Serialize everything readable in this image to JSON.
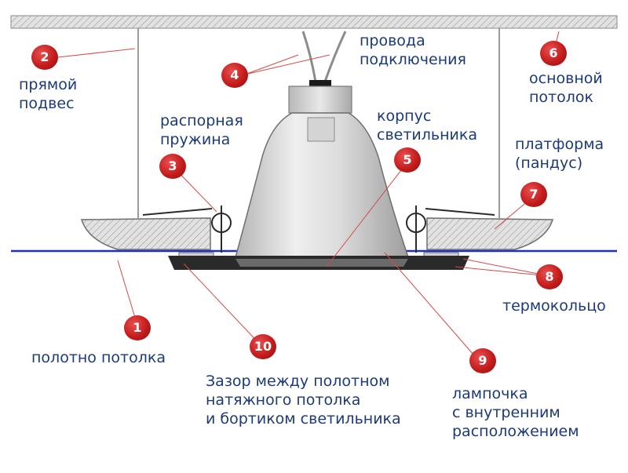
{
  "colors": {
    "label_text": "#1b3a78",
    "badge_fill": "#c41c1c",
    "leader_line": "#d44a4a",
    "ceiling_line": "#1c2fc4"
  },
  "callouts": [
    {
      "id": "1",
      "number": "1",
      "label": "полотно потолка"
    },
    {
      "id": "2",
      "number": "2",
      "label": "прямой\nподвес"
    },
    {
      "id": "3",
      "number": "3",
      "label": "распорная\nпружина"
    },
    {
      "id": "4",
      "number": "4",
      "label": "провода\nподключения"
    },
    {
      "id": "5",
      "number": "5",
      "label": "корпус\nсветильника"
    },
    {
      "id": "6",
      "number": "6",
      "label": "основной\nпотолок"
    },
    {
      "id": "7",
      "number": "7",
      "label": "платформа\n(пандус)"
    },
    {
      "id": "8",
      "number": "8",
      "label": "термокольцо"
    },
    {
      "id": "9",
      "number": "9",
      "label": "лампочка\nс внутренним\nрасположением"
    },
    {
      "id": "10",
      "number": "10",
      "label": "Зазор между полотном\nнатяжного потолка\nи бортиком светильника"
    }
  ]
}
